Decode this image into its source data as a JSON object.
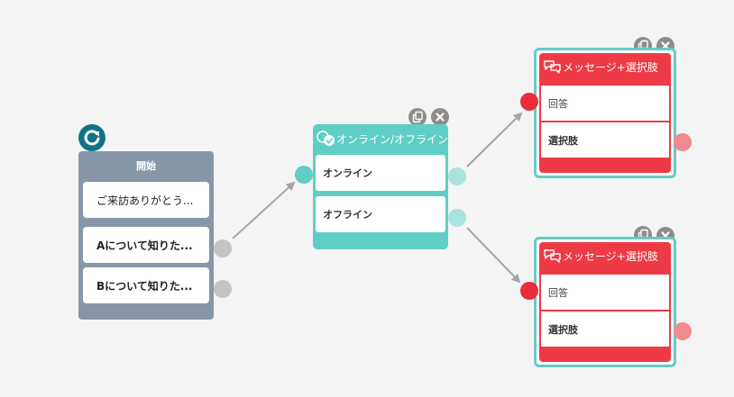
{
  "start": {
    "title": "開始",
    "items": [
      "ご来訪ありがとう...",
      "Aについて知りた...",
      "Bについて知りた..."
    ]
  },
  "branch": {
    "title": "オンライン/オフライン",
    "items": [
      "オンライン",
      "オフライン"
    ]
  },
  "messages": [
    {
      "title": "メッセージ+選択肢",
      "answer": "回答",
      "choice": "選択肢"
    },
    {
      "title": "メッセージ+選択肢",
      "answer": "回答",
      "choice": "選択肢"
    }
  ],
  "icons": {
    "refresh": "refresh-icon",
    "branch": "chat-check-icon",
    "message": "chat-bubbles-icon",
    "copy": "copy-icon",
    "close": "close-icon"
  },
  "colors": {
    "background": "#f4f4f4",
    "start_node": "#8897a8",
    "refresh": "#137287",
    "branch_node": "#5fcfc5",
    "message_node": "#ee3a45",
    "frame": "#6ac9c3",
    "connector": "#a6a6a6"
  }
}
